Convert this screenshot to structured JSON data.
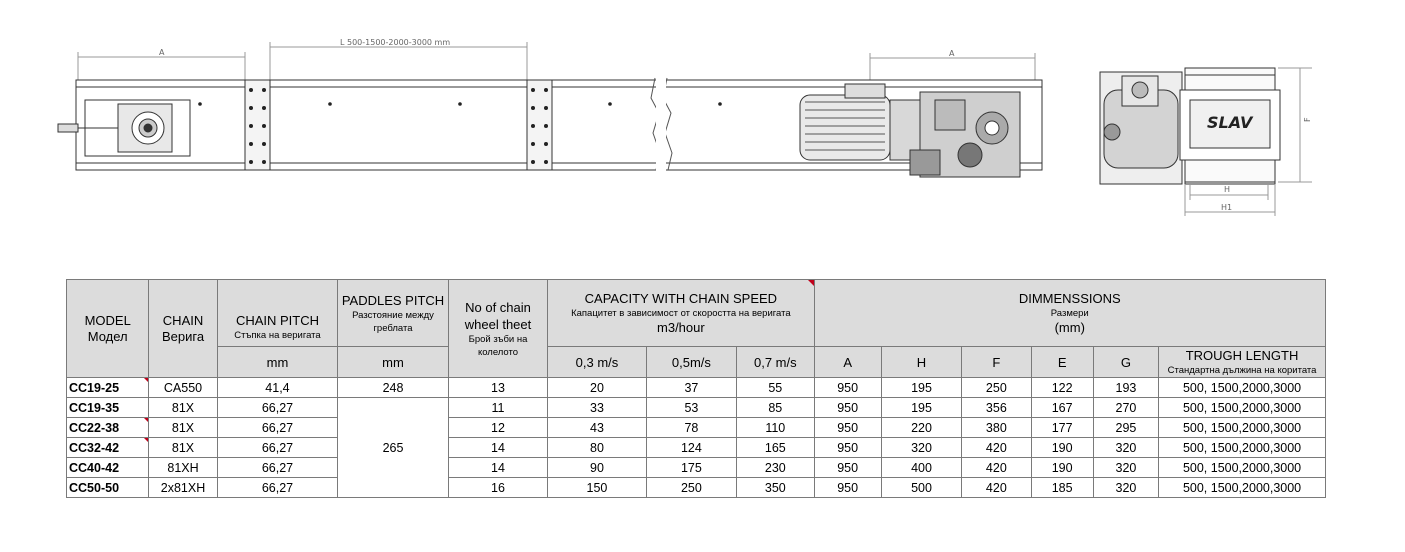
{
  "drawing": {
    "dim_a_left": "A",
    "dim_length": "L 500-1500-2000-3000 mm",
    "dim_a_right": "A",
    "dim_f": "F",
    "dim_h": "H",
    "dim_h1": "H1",
    "brand": "SLAV"
  },
  "table": {
    "header": {
      "model": "MODEL",
      "model_bg": "Модел",
      "chain": "CHAIN",
      "chain_bg": "Верига",
      "chain_pitch": "CHAIN PITCH",
      "chain_pitch_bg": "Стъпка на веригата",
      "chain_pitch_unit": "mm",
      "paddles_pitch": "PADDLES PITCH",
      "paddles_pitch_bg": "Разстояние между греблата",
      "paddles_pitch_unit": "mm",
      "teeth_l1": "No of chain",
      "teeth_l2": "wheel theet",
      "teeth_bg": "Брой зъби на колелото",
      "capacity": "CAPACITY WITH CHAIN SPEED",
      "capacity_bg": "Капацитет в зависимост от скоростта  на веригата",
      "capacity_unit": "m3/hour",
      "speed1": "0,3 m/s",
      "speed2": "0,5m/s",
      "speed3": "0,7 m/s",
      "dims": "DIMMENSSIONS",
      "dims_bg": "Размери",
      "dims_unit": "(mm)",
      "col_a": "A",
      "col_h": "H",
      "col_f": "F",
      "col_e": "E",
      "col_g": "G",
      "trough": "TROUGH LENGTH",
      "trough_bg": "Стандартна дължина на коритата"
    },
    "rows": [
      {
        "model": "CC19-25",
        "chain": "CA550",
        "pitch": "41,4",
        "paddles": "248",
        "teeth": "13",
        "c1": "20",
        "c2": "37",
        "c3": "55",
        "a": "950",
        "h": "195",
        "f": "250",
        "e": "122",
        "g": "193",
        "trough": "500, 1500,2000,3000"
      },
      {
        "model": "CC19-35",
        "chain": "81X",
        "pitch": "66,27",
        "paddles": "",
        "teeth": "11",
        "c1": "33",
        "c2": "53",
        "c3": "85",
        "a": "950",
        "h": "195",
        "f": "356",
        "e": "167",
        "g": "270",
        "trough": "500, 1500,2000,3000"
      },
      {
        "model": "CC22-38",
        "chain": "81X",
        "pitch": "66,27",
        "paddles": "",
        "teeth": "12",
        "c1": "43",
        "c2": "78",
        "c3": "110",
        "a": "950",
        "h": "220",
        "f": "380",
        "e": "177",
        "g": "295",
        "trough": "500, 1500,2000,3000"
      },
      {
        "model": "CC32-42",
        "chain": "81X",
        "pitch": "66,27",
        "paddles": "",
        "teeth": "14",
        "c1": "80",
        "c2": "124",
        "c3": "165",
        "a": "950",
        "h": "320",
        "f": "420",
        "e": "190",
        "g": "320",
        "trough": "500, 1500,2000,3000"
      },
      {
        "model": "CC40-42",
        "chain": "81XH",
        "pitch": "66,27",
        "paddles": "",
        "teeth": "14",
        "c1": "90",
        "c2": "175",
        "c3": "230",
        "a": "950",
        "h": "400",
        "f": "420",
        "e": "190",
        "g": "320",
        "trough": "500, 1500,2000,3000"
      },
      {
        "model": "CC50-50",
        "chain": "2x81XH",
        "pitch": "66,27",
        "paddles": "",
        "teeth": "16",
        "c1": "150",
        "c2": "250",
        "c3": "350",
        "a": "950",
        "h": "500",
        "f": "420",
        "e": "185",
        "g": "320",
        "trough": "500, 1500,2000,3000"
      }
    ],
    "paddles_merged": "265",
    "flagged_rows": [
      0,
      2,
      3
    ]
  }
}
